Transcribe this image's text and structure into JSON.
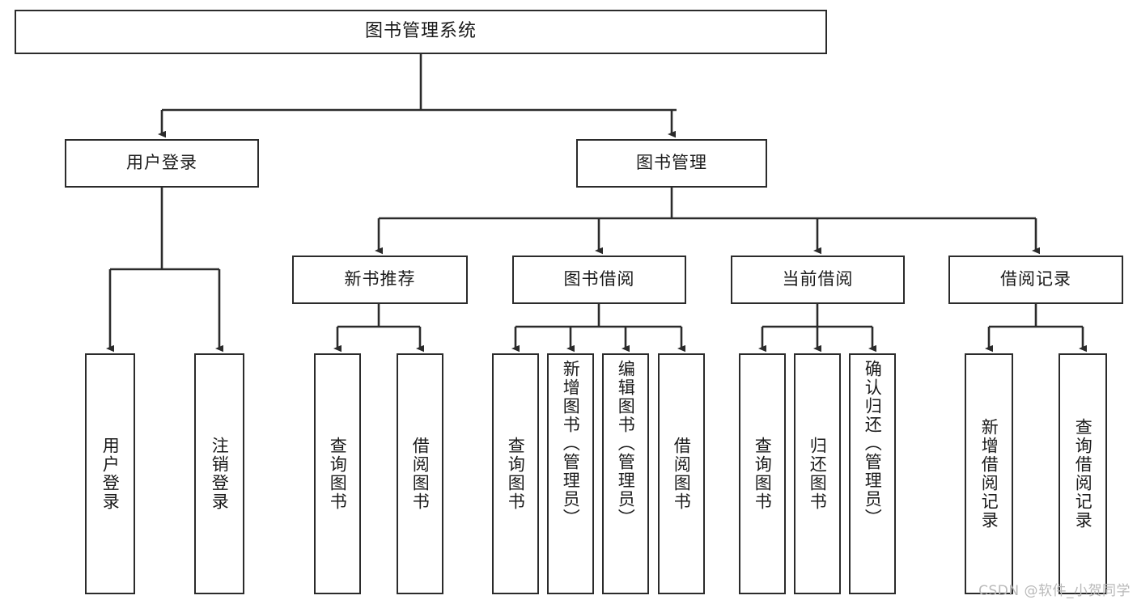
{
  "diagram": {
    "title": "图书管理系统",
    "type": "tree-hierarchy-chart",
    "colors": {
      "box_stroke": "#2b2b2b",
      "box_fill": "#ffffff",
      "edge": "#2b2b2b",
      "text": "#1a1a1a",
      "watermark": "#b9b9b9"
    },
    "root": {
      "label": "图书管理系统"
    },
    "level1": [
      {
        "label": "用户登录"
      },
      {
        "label": "图书管理"
      }
    ],
    "level2": [
      {
        "label": "新书推荐"
      },
      {
        "label": "图书借阅"
      },
      {
        "label": "当前借阅"
      },
      {
        "label": "借阅记录"
      }
    ],
    "leaves": {
      "user_login": [
        {
          "label": "用户登录"
        },
        {
          "label": "注销登录"
        }
      ],
      "new_book_recommend": [
        {
          "label": "查询图书"
        },
        {
          "label": "借阅图书"
        }
      ],
      "book_borrow": [
        {
          "label": "查询图书"
        },
        {
          "label": "新增图书（管理员）"
        },
        {
          "label": "编辑图书（管理员）"
        },
        {
          "label": "借阅图书"
        }
      ],
      "current_borrow": [
        {
          "label": "查询图书"
        },
        {
          "label": "归还图书"
        },
        {
          "label": "确认归还（管理员）"
        }
      ],
      "borrow_record": [
        {
          "label": "新增借阅记录"
        },
        {
          "label": "查询借阅记录"
        }
      ]
    }
  },
  "watermark": {
    "text": "CSDN @软件_小贺同学"
  }
}
